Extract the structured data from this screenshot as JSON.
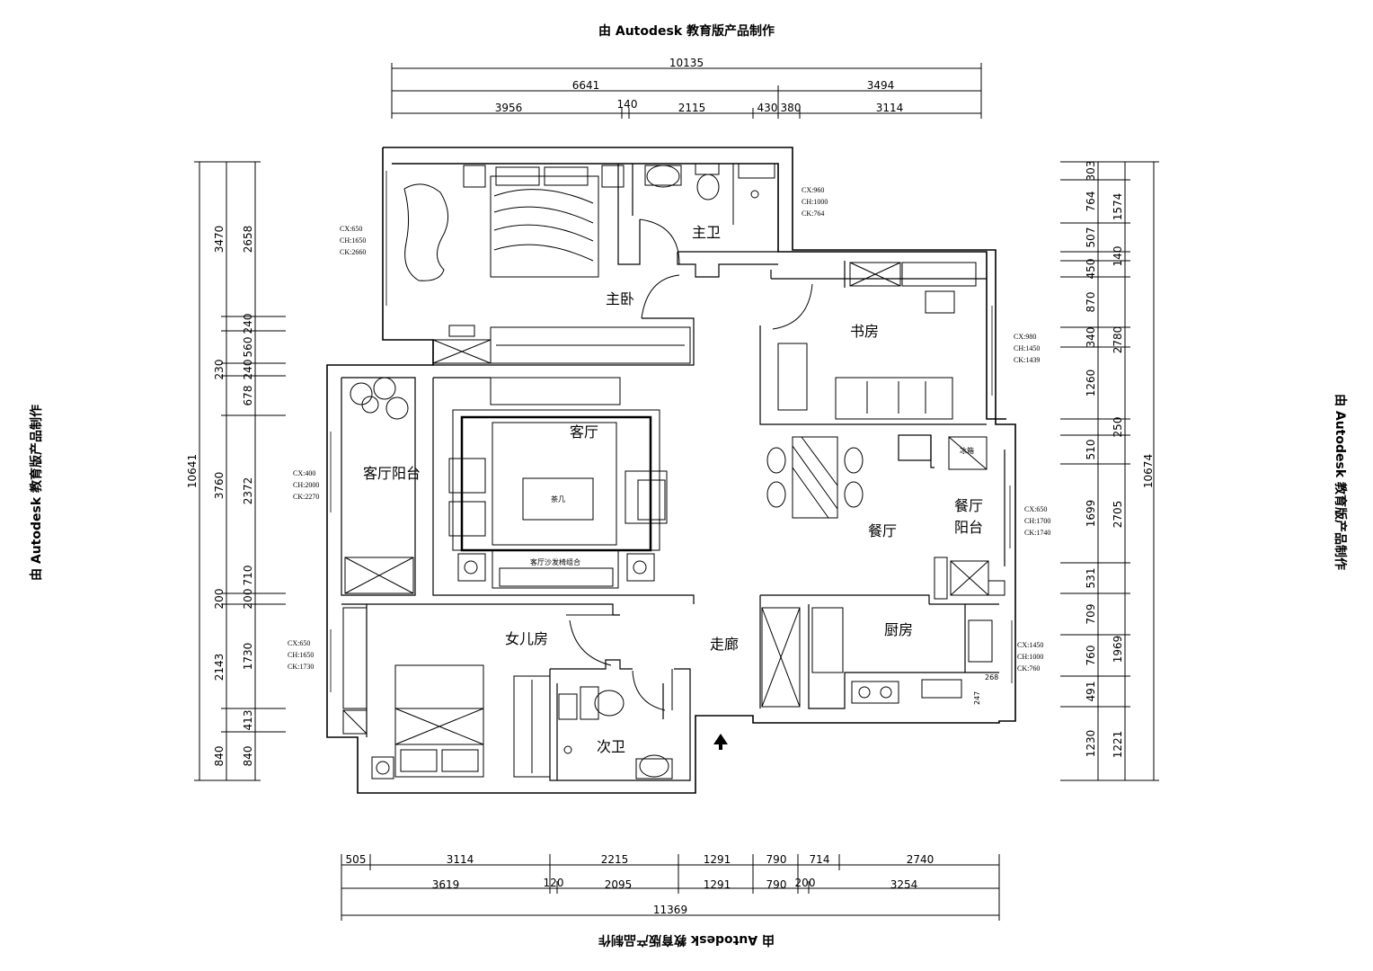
{
  "watermark": "由 Autodesk 教育版产品制作",
  "rooms": {
    "master_bedroom": "主卧",
    "master_bath": "主卫",
    "study": "书房",
    "living_room": "客厅",
    "living_balcony": "客厅阳台",
    "dining_room": "餐厅",
    "dining_balcony": "餐厅\n阳台",
    "dining_balcony_l1": "餐厅",
    "dining_balcony_l2": "阳台",
    "daughter_room": "女儿房",
    "corridor": "走廊",
    "kitchen": "厨房",
    "second_bath": "次卫"
  },
  "furniture": {
    "coffee_table": "茶几",
    "sofa": "客厅沙发椅组合",
    "fridge": "冰箱"
  },
  "window_notes": {
    "master_bedroom": [
      "CX:650",
      "CH:1650",
      "CK:2660"
    ],
    "master_bath": [
      "CX:960",
      "CH:1000",
      "CK:764"
    ],
    "study": [
      "CX:980",
      "CH:1450",
      "CK:1439"
    ],
    "living_balcony": [
      "CX:400",
      "CH:2000",
      "CK:2270"
    ],
    "dining_balcony": [
      "CX:650",
      "CH:1700",
      "CK:1740"
    ],
    "daughter_room": [
      "CX:650",
      "CH:1650",
      "CK:1730"
    ],
    "kitchen": [
      "CX:1450",
      "CH:1000",
      "CK:760"
    ]
  },
  "dims_top": {
    "overall": "10135",
    "row2": [
      "6641",
      "3494"
    ],
    "row3": [
      "3956",
      "140",
      "2115",
      "430",
      "380",
      "3114"
    ]
  },
  "dims_bottom": {
    "row1": [
      "505",
      "3114",
      "2215",
      "1291",
      "790",
      "714",
      "2740"
    ],
    "row2": [
      "3619",
      "120",
      "2095",
      "1291",
      "790",
      "200",
      "3254"
    ],
    "overall": "11369"
  },
  "dims_left": {
    "overall": "10641",
    "row2": [
      "3470",
      "230",
      "3760",
      "200",
      "2143",
      "840"
    ],
    "row3": [
      "2658",
      "240",
      "560",
      "240",
      "678",
      "2372",
      "710",
      "200",
      "1730",
      "413",
      "840"
    ]
  },
  "dims_right": {
    "overall": "10674",
    "row2": [
      "1574",
      "140",
      "2780",
      "250",
      "2705",
      "1969",
      "1221"
    ],
    "row3": [
      "303",
      "764",
      "507",
      "450",
      "870",
      "340",
      "1260",
      "510",
      "1699",
      "531",
      "709",
      "760",
      "491",
      "1230"
    ]
  },
  "misc_dims": [
    "268",
    "247"
  ]
}
